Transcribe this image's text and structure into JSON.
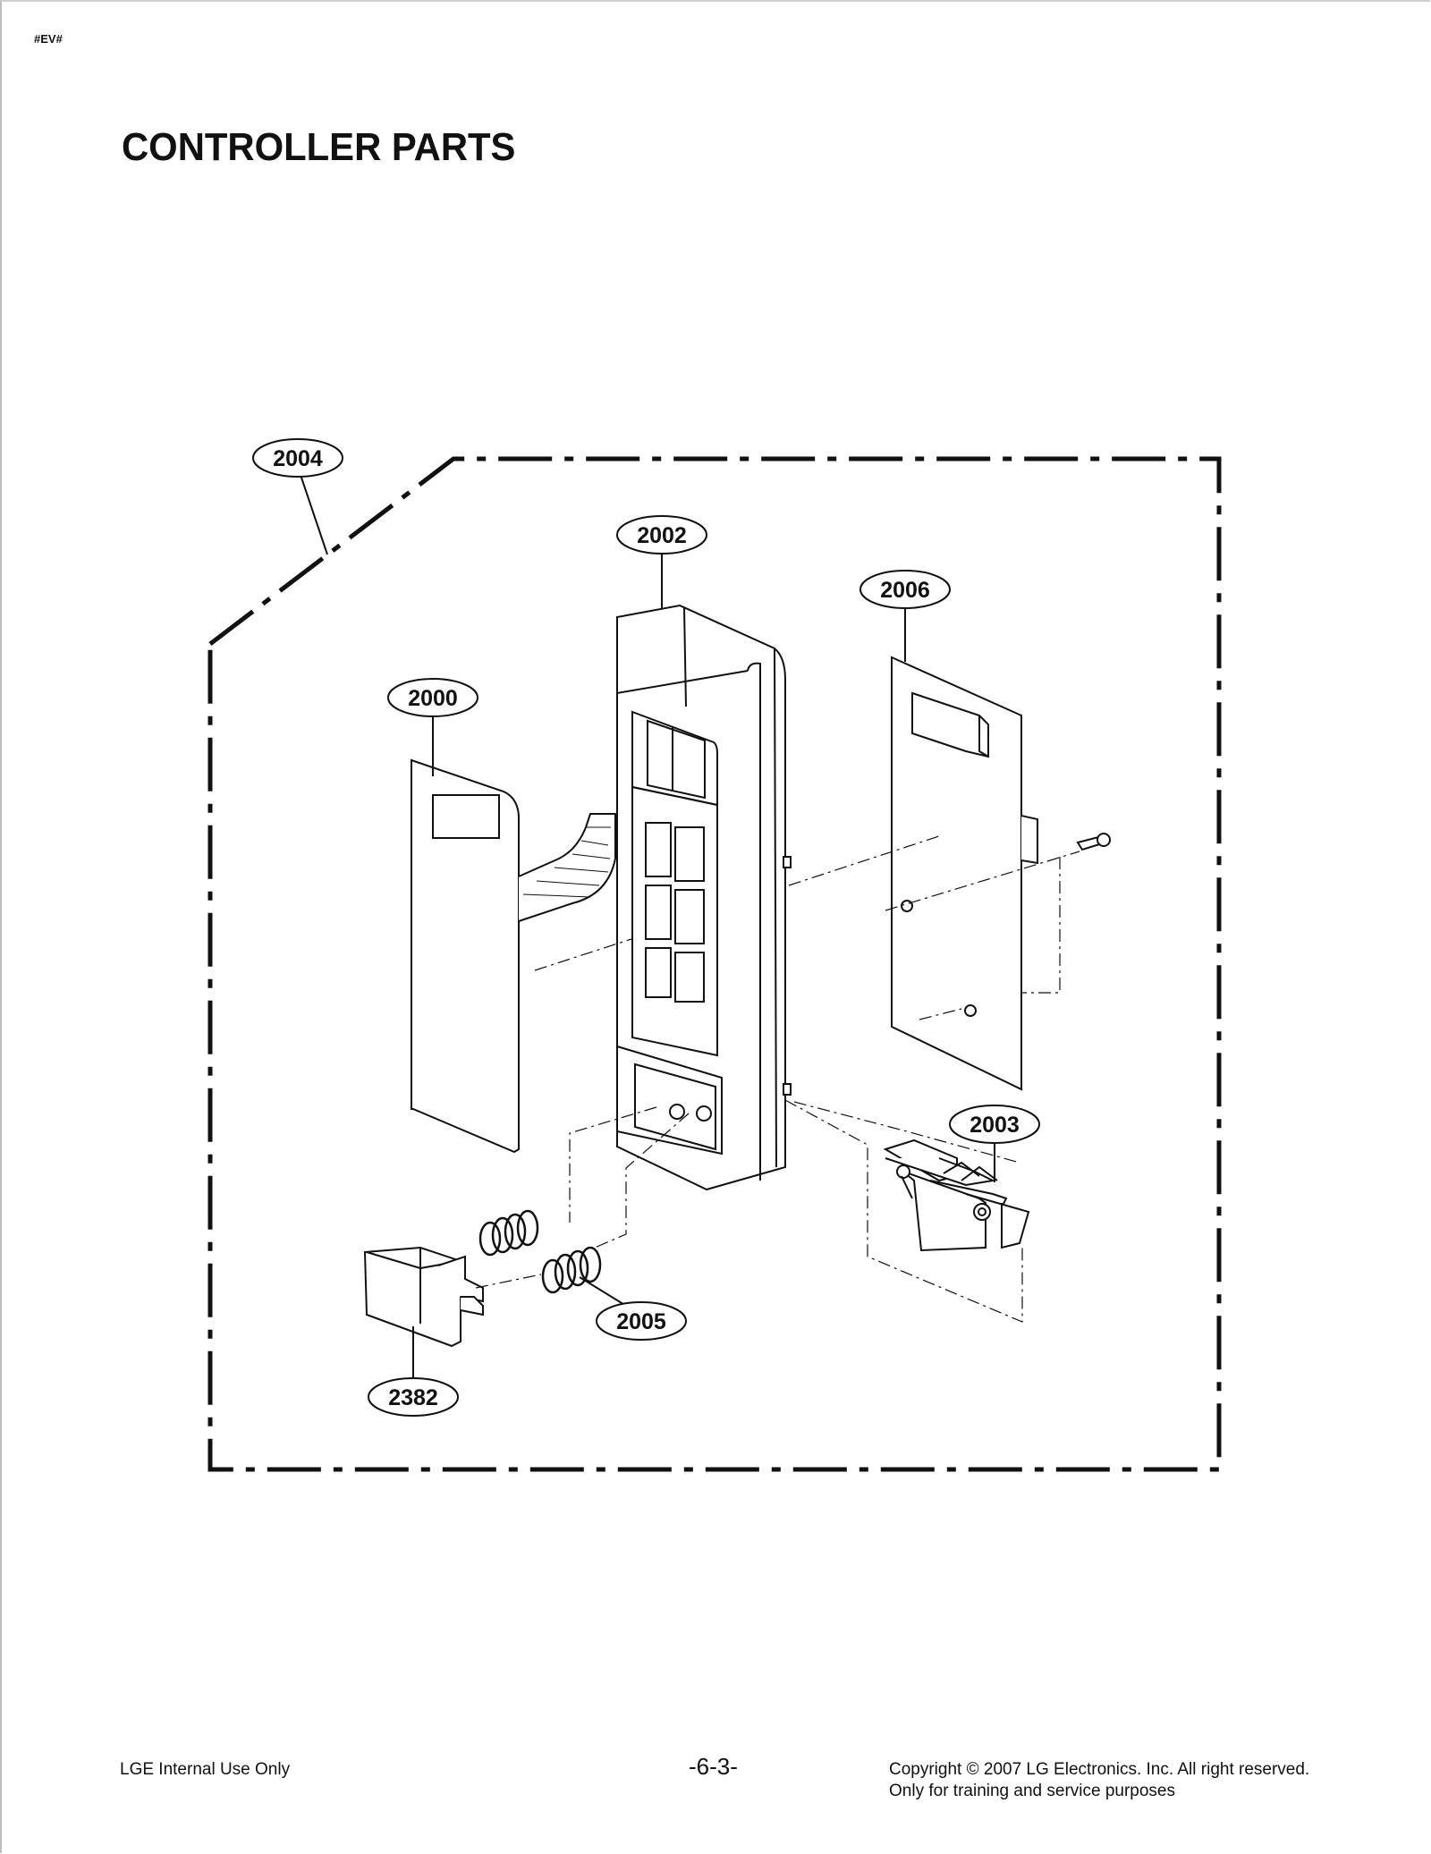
{
  "header": {
    "marker": "#EV#",
    "title": "CONTROLLER PARTS"
  },
  "parts": [
    {
      "id": "p2004",
      "number": "2004"
    },
    {
      "id": "p2002",
      "number": "2002"
    },
    {
      "id": "p2006",
      "number": "2006"
    },
    {
      "id": "p2000",
      "number": "2000"
    },
    {
      "id": "p2003",
      "number": "2003"
    },
    {
      "id": "p2005",
      "number": "2005"
    },
    {
      "id": "p2382",
      "number": "2382"
    }
  ],
  "footer": {
    "left": "LGE Internal Use Only",
    "page": "-6-3-",
    "copyright": "Copyright © 2007 LG Electronics. Inc. All right reserved.",
    "note": "Only for training and service purposes"
  }
}
